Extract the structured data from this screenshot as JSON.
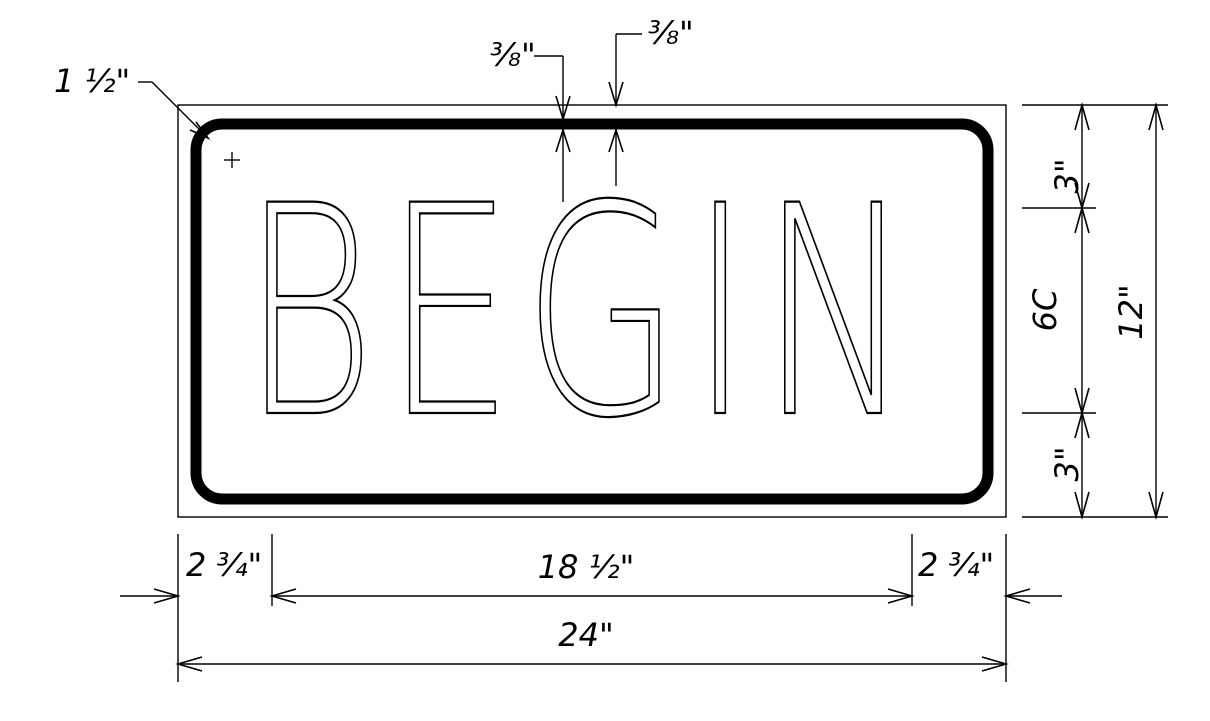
{
  "sign": {
    "legend": "BEGIN"
  },
  "dimensions": {
    "corner_radius": "1 ½\"",
    "border_width": "⅜\"",
    "border_gap": "⅜\"",
    "top_margin": "3\"",
    "letter_height": "6C",
    "bottom_margin": "3\"",
    "overall_height": "12\"",
    "left_margin": "2 ¾\"",
    "legend_width": "18 ½\"",
    "right_margin": "2 ¾\"",
    "overall_width": "24\""
  }
}
